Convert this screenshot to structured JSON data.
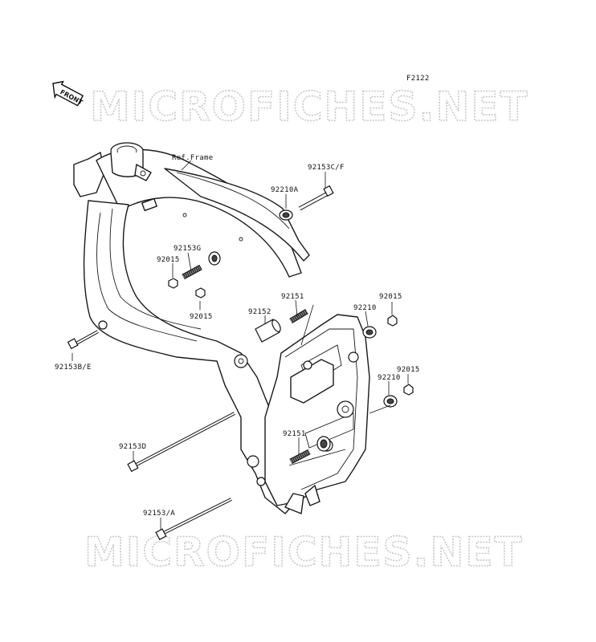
{
  "figure_code": "F2122",
  "front_badge": "FRONT",
  "watermark": "MICROFICHES.NET",
  "labels": {
    "ref_frame": "Ref.Frame",
    "p92153cf": "92153C/F",
    "p92210a": "92210A",
    "p92153g": "92153G",
    "p92015_a": "92015",
    "p92015_b": "92015",
    "p92151_a": "92151",
    "p92152": "92152",
    "p92015_c": "92015",
    "p92210_a": "92210",
    "p92015_d": "92015",
    "p92210_b": "92210",
    "p92153be": "92153B/E",
    "p92153d": "92153D",
    "p92151_b": "92151",
    "p92153a": "92153/A"
  }
}
